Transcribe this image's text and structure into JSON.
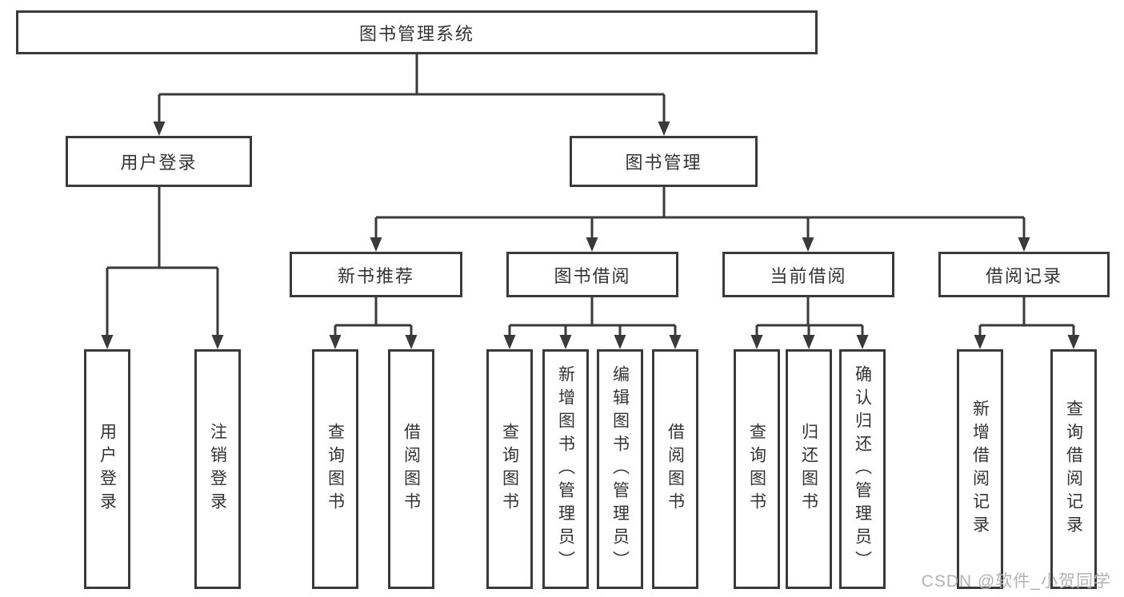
{
  "diagram_title": "图书管理系统",
  "tree": {
    "root": {
      "label": "图书管理系统"
    },
    "branches": [
      {
        "label": "用户登录",
        "children": [
          {
            "label": "用户登录"
          },
          {
            "label": "注销登录"
          }
        ]
      },
      {
        "label": "图书管理",
        "children": [
          {
            "label": "新书推荐",
            "children": [
              {
                "label": "查询图书"
              },
              {
                "label": "借阅图书"
              }
            ]
          },
          {
            "label": "图书借阅",
            "children": [
              {
                "label": "查询图书"
              },
              {
                "label": "新增图书（管理员）"
              },
              {
                "label": "编辑图书（管理员）"
              },
              {
                "label": "借阅图书"
              }
            ]
          },
          {
            "label": "当前借阅",
            "children": [
              {
                "label": "查询图书"
              },
              {
                "label": "归还图书"
              },
              {
                "label": "确认归还（管理员）"
              }
            ]
          },
          {
            "label": "借阅记录",
            "children": [
              {
                "label": "新增借阅记录"
              },
              {
                "label": "查询借阅记录"
              }
            ]
          }
        ]
      }
    ]
  },
  "watermark": "CSDN @软件_小贺同学",
  "colors": {
    "line": "#3a3a3a",
    "text": "#333333",
    "watermark": "#b3b3b3",
    "background": "#ffffff"
  }
}
